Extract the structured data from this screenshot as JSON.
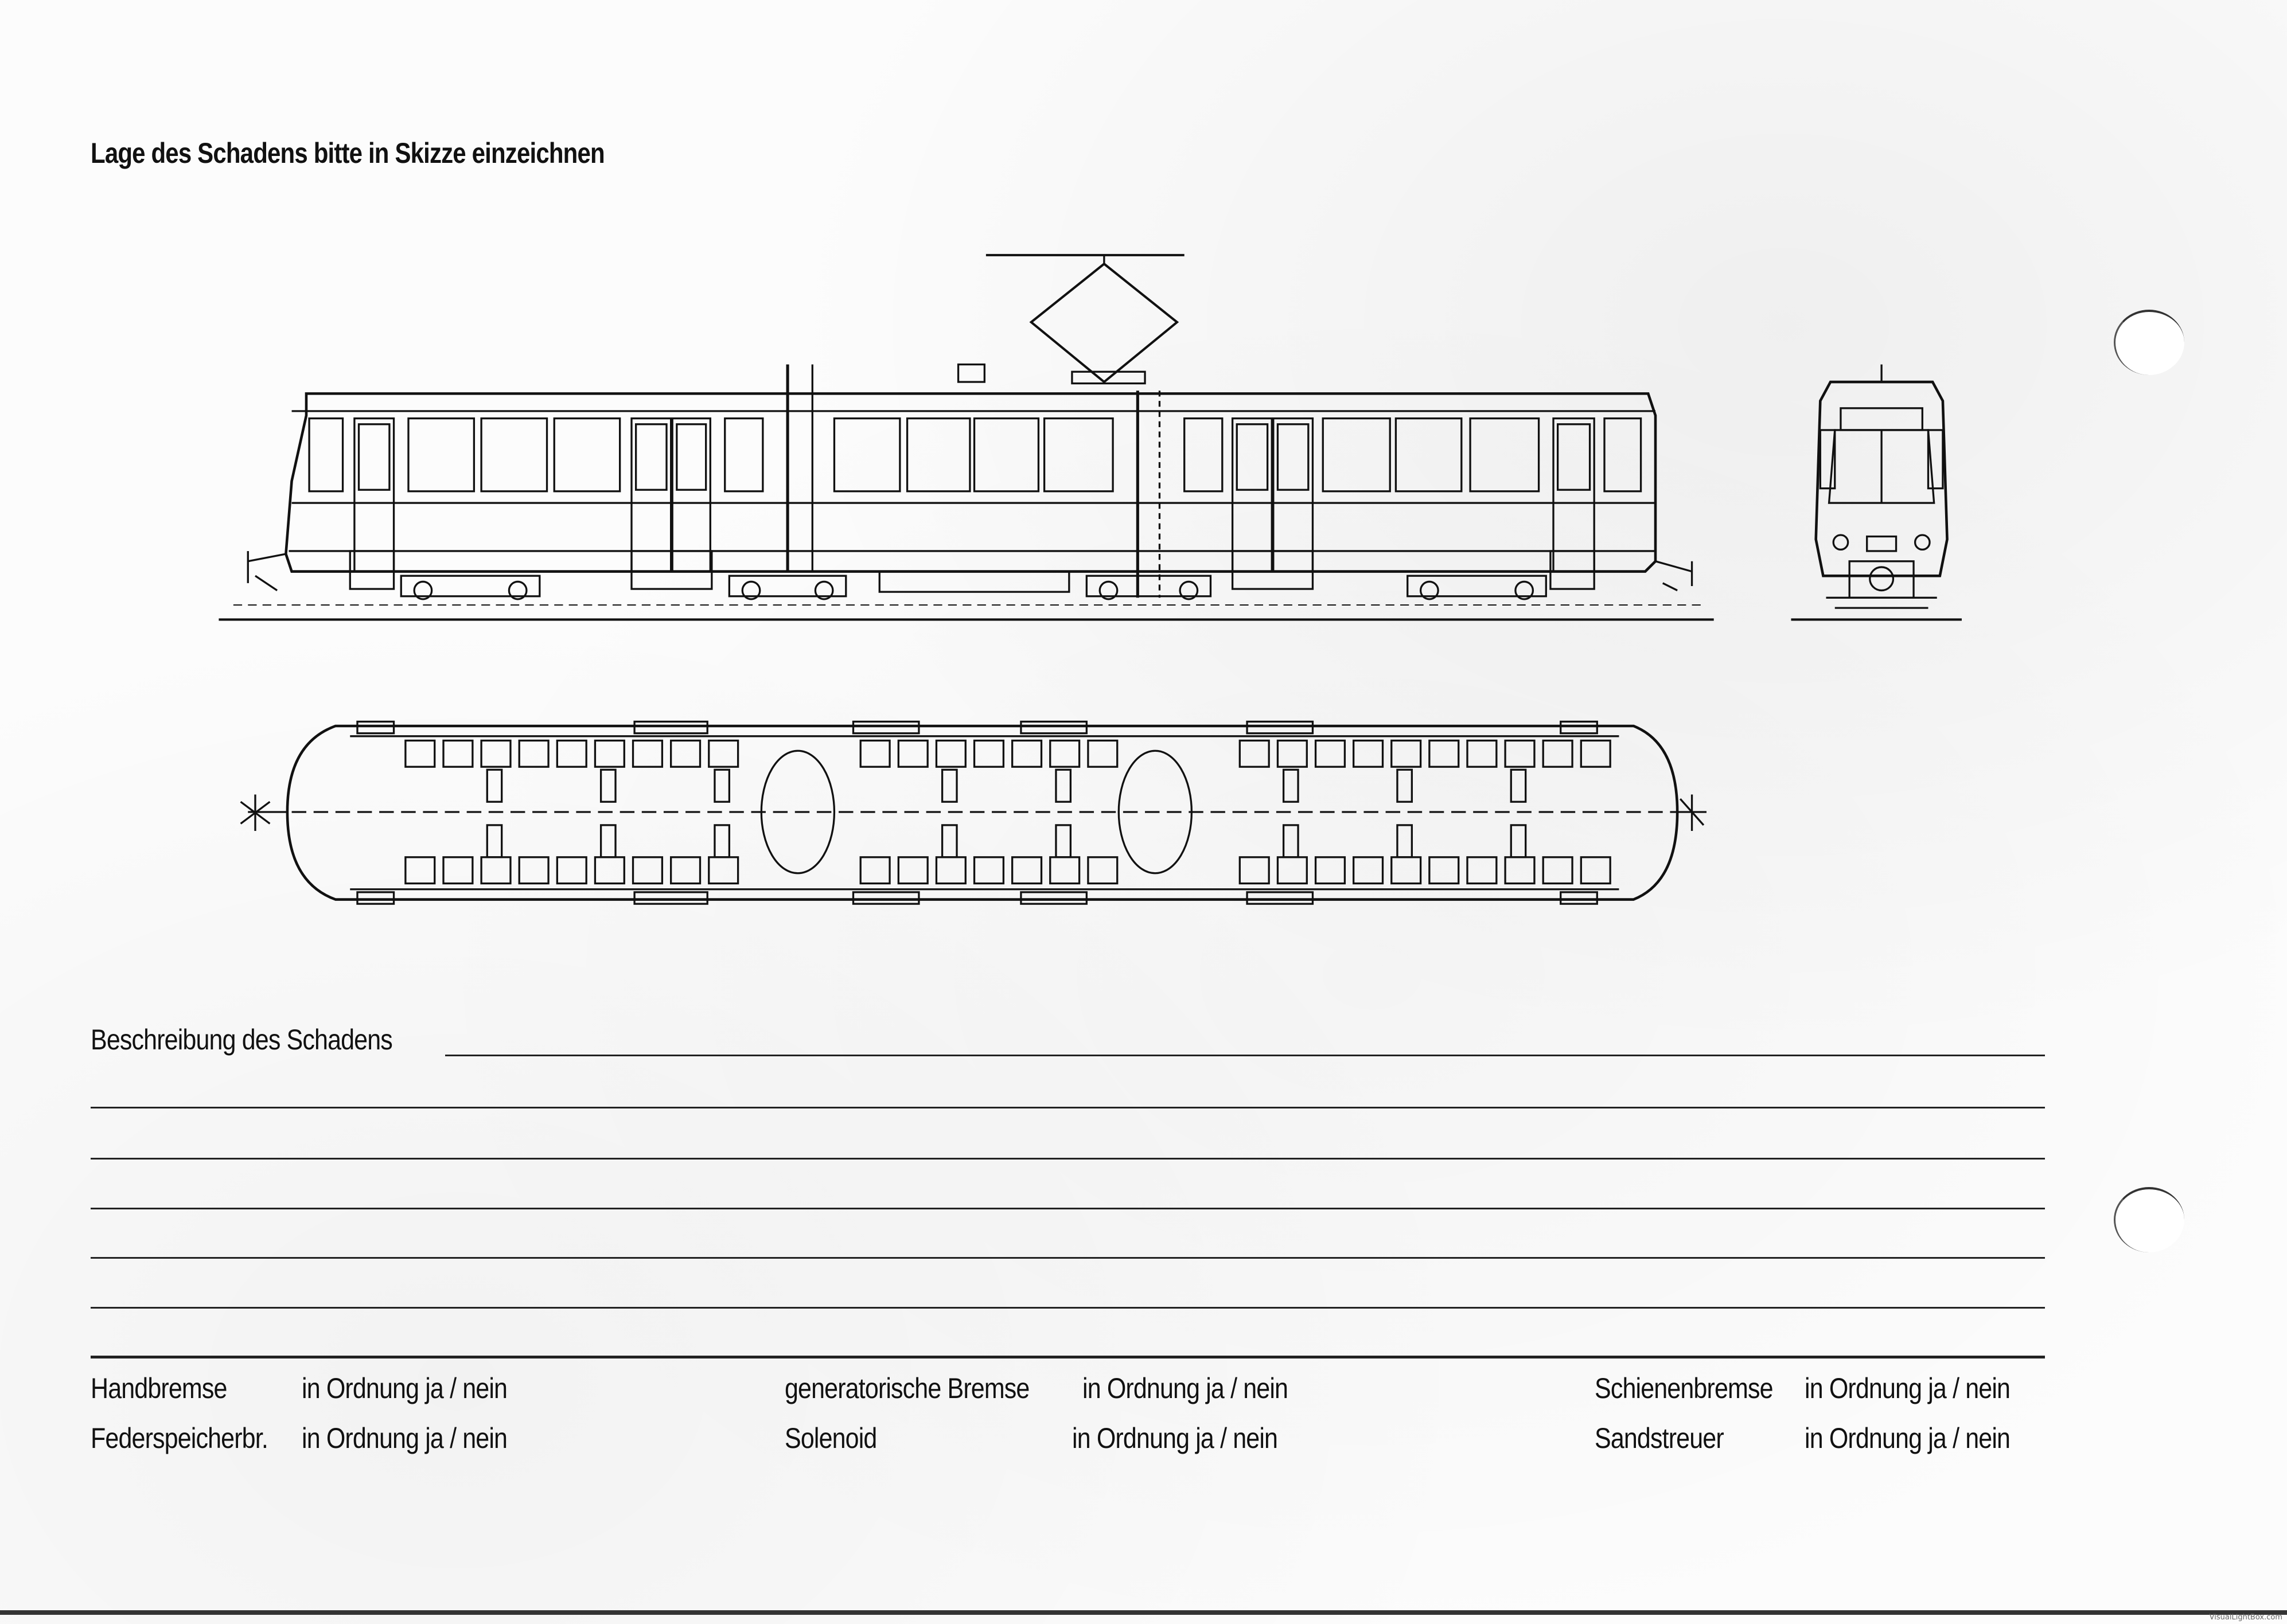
{
  "title": "Lage des Schadens bitte in Skizze einzeichnen",
  "description_label": "Beschreibung des Schadens",
  "description_lines": [
    "",
    "",
    "",
    "",
    "",
    ""
  ],
  "checks": [
    {
      "name": "Handbremse",
      "status": "in Ordnung ja / nein"
    },
    {
      "name": "generatorische Bremse",
      "status": "in Ordnung ja / nein"
    },
    {
      "name": "Schienenbremse",
      "status": "in Ordnung ja / nein"
    },
    {
      "name": "Federspeicherbr.",
      "status": "in Ordnung ja / nein"
    },
    {
      "name": "Solenoid",
      "status": "in Ordnung ja / nein"
    },
    {
      "name": "Sandstreuer",
      "status": "in Ordnung ja / nein"
    }
  ],
  "watermark": "VisualLightBox.com"
}
